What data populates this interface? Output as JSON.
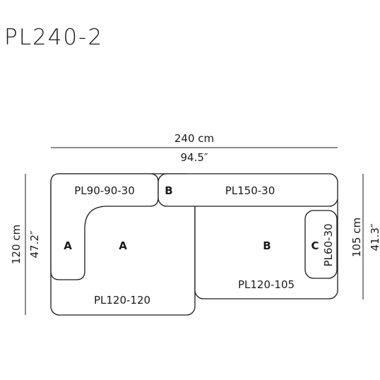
{
  "title": "PL240-2",
  "dimensions": {
    "width_cm": "240 cm",
    "width_in": "94.5″",
    "height_cm": "120 cm",
    "height_in": "47.2″",
    "depth_cm": "105 cm",
    "depth_in": "41.3″"
  },
  "modules": {
    "pl90": "PL90-90-30",
    "pl150": "PL150-30",
    "pl120_120": "PL120-120",
    "pl120_105": "PL120-105",
    "pl60": "PL60-30"
  },
  "letters": {
    "a_left": "A",
    "a_center": "A",
    "b_top": "B",
    "b_center": "B",
    "c": "C"
  }
}
